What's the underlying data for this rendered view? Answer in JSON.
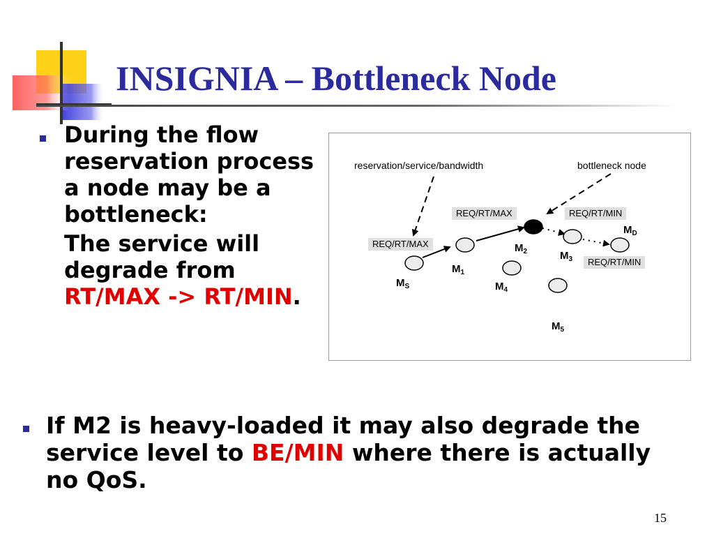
{
  "slide": {
    "title": "INSIGNIA – Bottleneck Node",
    "page_number": "15"
  },
  "bullets": [
    {
      "text": "During the flow reservation process a node may be a bottleneck:",
      "continuation": "The service will degrade from",
      "highlight": "RT/MAX -> RT/MIN",
      "trailing": "."
    },
    {
      "text_before": "If M2 is heavy-loaded it may also degrade the service level to",
      "highlight": "BE/MIN",
      "text_after": "where there is actually no QoS."
    }
  ],
  "diagram": {
    "labels": {
      "reservation": "reservation/service/bandwidth",
      "bottleneck": "bottleneck node"
    },
    "messages": [
      "REQ/RT/MAX",
      "REQ/RT/MAX",
      "REQ/RT/MIN",
      "REQ/RT/MIN"
    ],
    "nodes": [
      {
        "main": "M",
        "sub": "S"
      },
      {
        "main": "M",
        "sub": "1"
      },
      {
        "main": "M",
        "sub": "2"
      },
      {
        "main": "M",
        "sub": "3"
      },
      {
        "main": "M",
        "sub": "4"
      },
      {
        "main": "M",
        "sub": "5"
      },
      {
        "main": "M",
        "sub": "D"
      }
    ]
  },
  "colors": {
    "title": "#2b2b9e",
    "highlight": "#e00000",
    "bullet": "#2b2b9e"
  }
}
